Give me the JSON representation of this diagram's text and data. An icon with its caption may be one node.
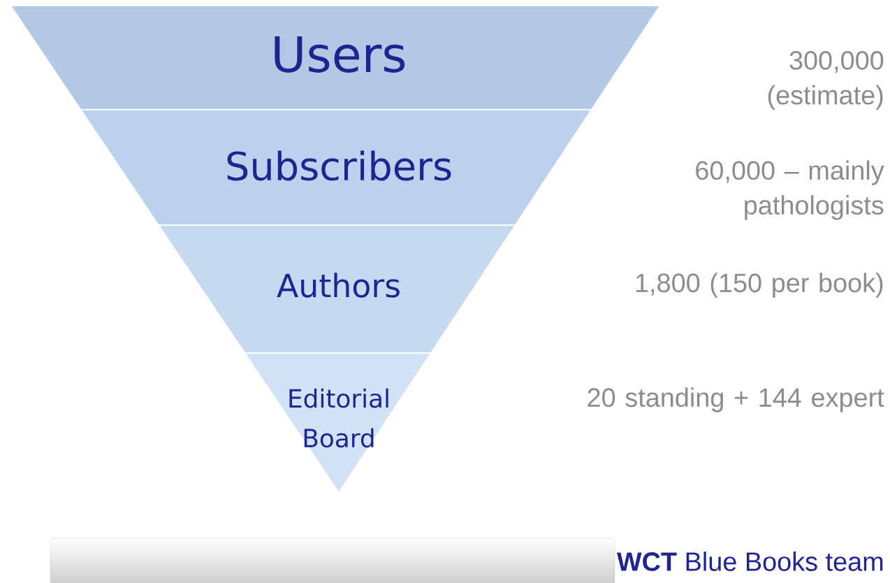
{
  "diagram": {
    "nodes": [
      {
        "text": [
          "Users"
        ]
      },
      {
        "text": [
          "Subscribers"
        ]
      },
      {
        "text": [
          "Authors"
        ]
      },
      {
        "text": [
          "Editorial Board"
        ]
      },
      {
        "text": [
          "**WCT** Blue Books team"
        ]
      }
    ],
    "labels": [
      "300,000 (estimate)",
      "60,000 – mainly pathologists",
      "1,800 (150 per book)",
      "20 standing + 144 expert"
    ]
  }
}
